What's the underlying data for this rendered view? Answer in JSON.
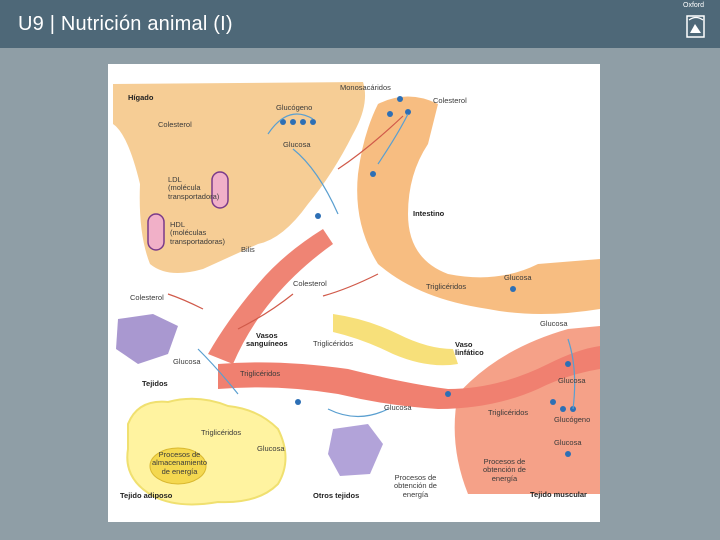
{
  "header": {
    "title": "U9 | Nutrición animal (I)",
    "logo_text": "Oxford"
  },
  "diagram": {
    "labels": {
      "higado": "Hígado",
      "monosacaridos": "Monosacáridos",
      "colesterol_top": "Colesterol",
      "glucogeno_liver": "Glucógeno",
      "colesterol_liver": "Colesterol",
      "glucosa_liver": "Glucosa",
      "ldl": "LDL\n(molécula\ntransportadora)",
      "hdl": "HDL\n(moléculas\ntransportadoras)",
      "bilis": "Bilis",
      "intestino": "Intestino",
      "colesterol_left": "Colesterol",
      "colesterol_mid": "Colesterol",
      "trigliceridos_int": "Triglicéridos",
      "glucosa_int": "Glucosa",
      "vasos": "Vasos\nsanguíneos",
      "trigliceridos_vl": "Triglicéridos",
      "vaso_linfatico": "Vaso\nlinfático",
      "glucosa_tejidos": "Glucosa",
      "tejidos": "Tejidos",
      "trigliceridos_vessel": "Triglicéridos",
      "glucosa_right": "Glucosa",
      "glucosa_vessel": "Glucosa",
      "glucosa_muscle_top": "Glucosa",
      "trigliceridos_muscle": "Triglicéridos",
      "glucogeno_muscle": "Glucógeno",
      "glucosa_muscle": "Glucosa",
      "procesos_energia": "Procesos de\nobtención de\nenergía",
      "tejido_muscular": "Tejido muscular",
      "trigliceridos_adipose": "Triglicéridos",
      "glucosa_adipose": "Glucosa",
      "procesos_almacenamiento": "Procesos de\nalmacenamiento\nde energía",
      "tejido_adiposo": "Tejido adiposo",
      "otros_tejidos": "Otros tejidos",
      "procesos_otros": "Procesos de\nobtención de\nenergía"
    }
  }
}
